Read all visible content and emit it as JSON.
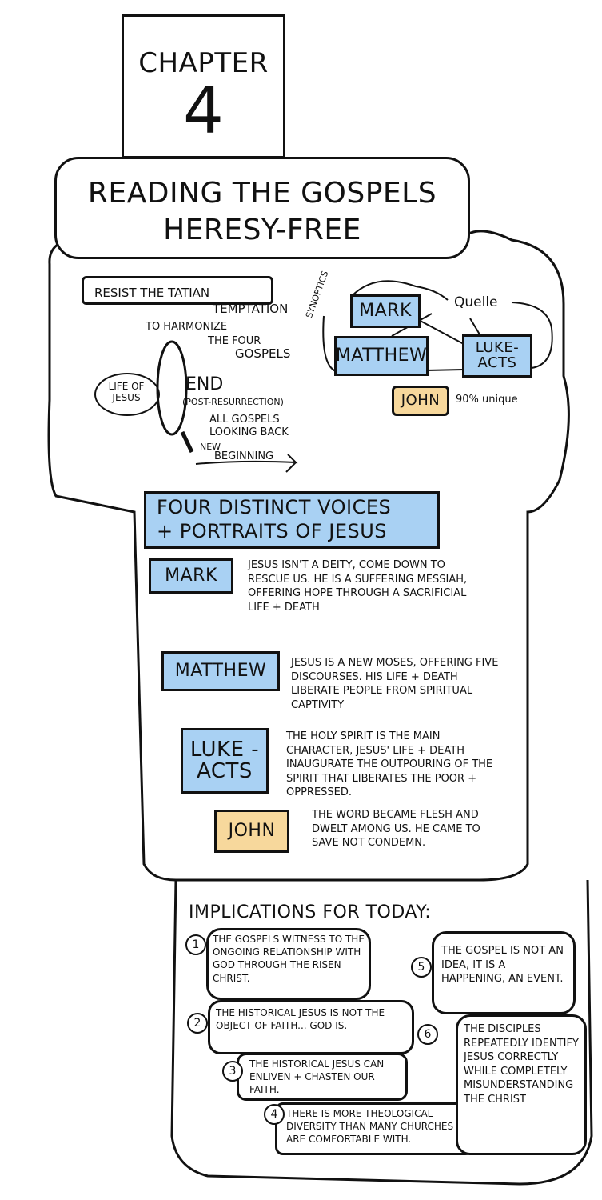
{
  "chapter": {
    "label": "CHAPTER",
    "number": "4"
  },
  "title": {
    "line1": "READING THE GOSPELS",
    "line2": "HERESY-FREE"
  },
  "tatian": {
    "line1": "RESIST THE TATIAN",
    "line2": "TEMPTATION",
    "line3": "TO HARMONIZE",
    "line4": "THE FOUR",
    "line5": "GOSPELS"
  },
  "synoptics": {
    "label": "SYNOPTICS",
    "mark": "MARK",
    "matthew": "MATTHEW",
    "luke": "LUKE-ACTS",
    "quelle": "Quelle",
    "john": "JOHN",
    "john_note": "90% unique"
  },
  "lens": {
    "life": "LIFE of JESUS",
    "end": "END",
    "post": "(POST-RESURRECTION)",
    "back1": "ALL GOSPELS",
    "back2": "LOOKING BACK",
    "new1": "NEW",
    "new2": "BEGINNING"
  },
  "voices": {
    "title1": "FOUR DISTINCT VOICES",
    "title2": "+ PORTRAITS of JESUS",
    "items": [
      {
        "name": "MARK",
        "text": "Jesus isn't a deity, come down to rescue us. He is a suffering Messiah, offering hope through a sacrificial life + death"
      },
      {
        "name": "MATTHEW",
        "text": "Jesus is a new Moses, offering five discourses. His life + death liberate people from spiritual captivity"
      },
      {
        "name": "LUKE -ACTS",
        "text": "The Holy Spirit is the main character, Jesus' life + death inaugurate the outpouring of the Spirit that liberates the poor + oppressed."
      },
      {
        "name": "JOHN",
        "text": "The Word became flesh and dwelt among us. He came to save not condemn."
      }
    ]
  },
  "implications": {
    "title": "IMPLICATIONS FOR TODAY:",
    "items": [
      {
        "n": "1",
        "text": "The Gospels witness to the ongoing relationship with God through the risen Christ."
      },
      {
        "n": "2",
        "text": "The historical Jesus is not the object of faith... God is."
      },
      {
        "n": "3",
        "text": "The historical Jesus can enliven + chasten our faith."
      },
      {
        "n": "4",
        "text": "There is more theological diversity than many churches are comfortable with."
      },
      {
        "n": "5",
        "text": "The Gospel is not an idea, it is a happening, an event."
      },
      {
        "n": "6",
        "text": "The disciples repeatedly identify Jesus correctly while completely misunderstanding the Christ"
      }
    ]
  },
  "colors": {
    "blue": "#a9d1f3",
    "orange": "#f7d89c"
  }
}
